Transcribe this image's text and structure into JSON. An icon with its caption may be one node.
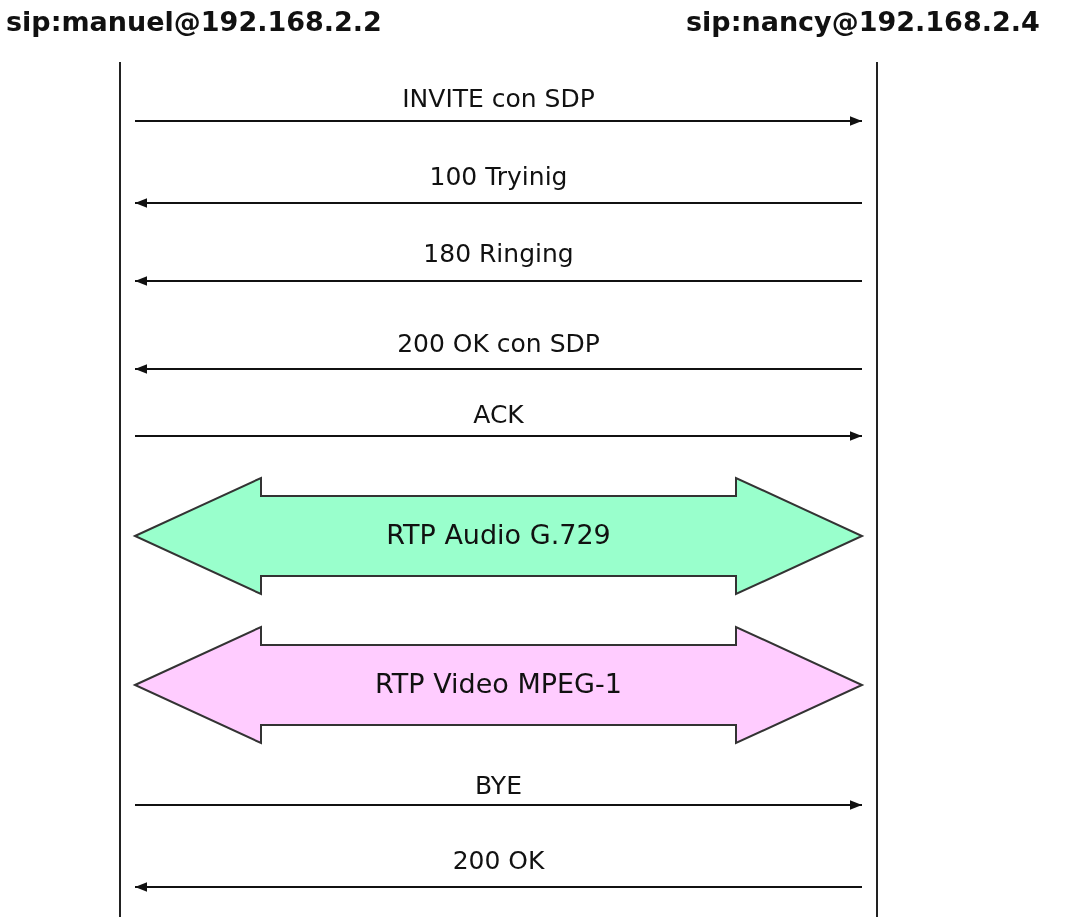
{
  "diagram": {
    "nodes": [
      {
        "text": [
          "sip:manuel@192.168.2.2"
        ]
      },
      {
        "text": [
          "sip:nancy@192.168.2.4"
        ]
      }
    ],
    "edges": [
      {
        "from": 0,
        "to": 1,
        "arrow": "to",
        "label": "INVITE con SDP"
      },
      {
        "from": 1,
        "to": 0,
        "arrow": "to",
        "label": "100 Tryinig"
      },
      {
        "from": 1,
        "to": 0,
        "arrow": "to",
        "label": "180 Ringing"
      },
      {
        "from": 1,
        "to": 0,
        "arrow": "to",
        "label": "200 OK con SDP"
      },
      {
        "from": 0,
        "to": 1,
        "arrow": "to",
        "label": "ACK"
      },
      {
        "from": 0,
        "to": 1,
        "arrow": "both",
        "label": "RTP Audio G.729",
        "style": "thick",
        "color": "#99ffcc"
      },
      {
        "from": 0,
        "to": 1,
        "arrow": "both",
        "label": "RTP Video MPEG-1",
        "style": "thick",
        "color": "#ffccff"
      },
      {
        "from": 0,
        "to": 1,
        "arrow": "to",
        "label": "BYE"
      },
      {
        "from": 1,
        "to": 0,
        "arrow": "to",
        "label": "200 OK"
      }
    ]
  }
}
